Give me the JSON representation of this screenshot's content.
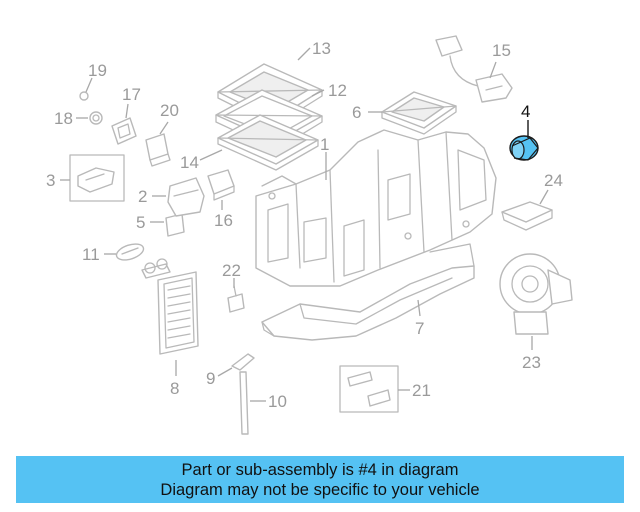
{
  "diagram": {
    "highlight_color": "#55c2f3",
    "highlighted_part": "4",
    "callouts": [
      {
        "id": "1",
        "label": "1"
      },
      {
        "id": "2",
        "label": "2"
      },
      {
        "id": "3",
        "label": "3"
      },
      {
        "id": "4",
        "label": "4"
      },
      {
        "id": "5",
        "label": "5"
      },
      {
        "id": "6",
        "label": "6"
      },
      {
        "id": "7",
        "label": "7"
      },
      {
        "id": "8",
        "label": "8"
      },
      {
        "id": "9",
        "label": "9"
      },
      {
        "id": "10",
        "label": "10"
      },
      {
        "id": "11",
        "label": "11"
      },
      {
        "id": "12",
        "label": "12"
      },
      {
        "id": "13",
        "label": "13"
      },
      {
        "id": "14",
        "label": "14"
      },
      {
        "id": "15",
        "label": "15"
      },
      {
        "id": "16",
        "label": "16"
      },
      {
        "id": "17",
        "label": "17"
      },
      {
        "id": "18",
        "label": "18"
      },
      {
        "id": "19",
        "label": "19"
      },
      {
        "id": "20",
        "label": "20"
      },
      {
        "id": "21",
        "label": "21"
      },
      {
        "id": "22",
        "label": "22"
      },
      {
        "id": "23",
        "label": "23"
      },
      {
        "id": "24",
        "label": "24"
      }
    ]
  },
  "banner": {
    "line1": "Part or sub-assembly is #4 in diagram",
    "line2": "Diagram may not be specific to your vehicle",
    "background": "#55c2f3"
  }
}
